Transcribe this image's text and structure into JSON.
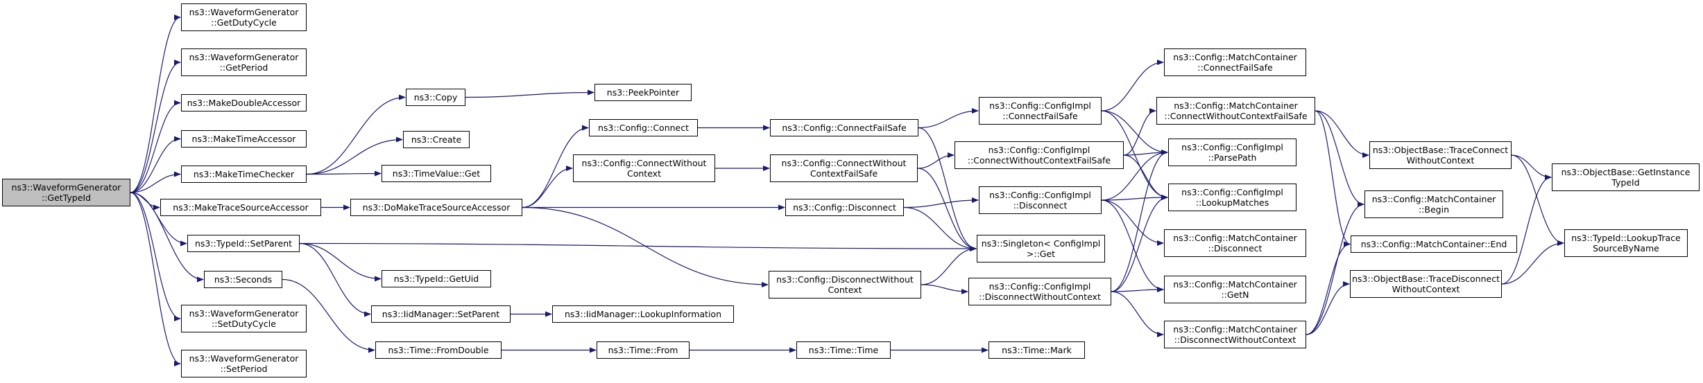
{
  "colors": {
    "edge": "#191970",
    "node_border": "#000000",
    "root_fill": "#bfbfbf",
    "node_fill": "#ffffff"
  },
  "nodes": {
    "getTypeId": "ns3::WaveformGenerator\n::GetTypeId",
    "getDutyCycle": "ns3::WaveformGenerator\n::GetDutyCycle",
    "getPeriod": "ns3::WaveformGenerator\n::GetPeriod",
    "makeDoubleAccessor": "ns3::MakeDoubleAccessor",
    "makeTimeAccessor": "ns3::MakeTimeAccessor",
    "makeTimeChecker": "ns3::MakeTimeChecker",
    "makeTraceSourceAccessor": "ns3::MakeTraceSourceAccessor",
    "typeIdSetParent": "ns3::TypeId::SetParent",
    "seconds": "ns3::Seconds",
    "setDutyCycle": "ns3::WaveformGenerator\n::SetDutyCycle",
    "setPeriod": "ns3::WaveformGenerator\n::SetPeriod",
    "copy": "ns3::Copy",
    "peekPointer": "ns3::PeekPointer",
    "create": "ns3::Create",
    "timeValueGet": "ns3::TimeValue::Get",
    "doMakeTraceSourceAccessor": "ns3::DoMakeTraceSourceAccessor",
    "typeIdGetUid": "ns3::TypeId::GetUid",
    "iidSetParent": "ns3::IidManager::SetParent",
    "iidLookupInformation": "ns3::IidManager::LookupInformation",
    "timeFromDouble": "ns3::Time::FromDouble",
    "timeFrom": "ns3::Time::From",
    "timeTime": "ns3::Time::Time",
    "timeMark": "ns3::Time::Mark",
    "configConnect": "ns3::Config::Connect",
    "configConnectWithoutContext": "ns3::Config::ConnectWithout\nContext",
    "configDisconnect": "ns3::Config::Disconnect",
    "configDisconnectWithoutContext": "ns3::Config::DisconnectWithout\nContext",
    "configConnectFailSafe": "ns3::Config::ConnectFailSafe",
    "configConnectWithoutContextFailSafe": "ns3::Config::ConnectWithout\nContextFailSafe",
    "singletonGet": "ns3::Singleton< ConfigImpl\n >::Get",
    "implConnectFailSafe": "ns3::Config::ConfigImpl\n::ConnectFailSafe",
    "implConnectWithoutContextFailSafe": "ns3::Config::ConfigImpl\n::ConnectWithoutContextFailSafe",
    "implDisconnect": "ns3::Config::ConfigImpl\n::Disconnect",
    "implDisconnectWithoutContext": "ns3::Config::ConfigImpl\n::DisconnectWithoutContext",
    "mcConnectFailSafe": "ns3::Config::MatchContainer\n::ConnectFailSafe",
    "mcConnectWithoutContextFailSafe": "ns3::Config::MatchContainer\n::ConnectWithoutContextFailSafe",
    "implParsePath": "ns3::Config::ConfigImpl\n::ParsePath",
    "implLookupMatches": "ns3::Config::ConfigImpl\n::LookupMatches",
    "mcDisconnect": "ns3::Config::MatchContainer\n::Disconnect",
    "mcGetN": "ns3::Config::MatchContainer\n::GetN",
    "mcDisconnectWithoutContext": "ns3::Config::MatchContainer\n::DisconnectWithoutContext",
    "mcBegin": "ns3::Config::MatchContainer\n::Begin",
    "mcEnd": "ns3::Config::MatchContainer::End",
    "obTraceConnectWithoutContext": "ns3::ObjectBase::TraceConnect\nWithoutContext",
    "obTraceDisconnectWithoutContext": "ns3::ObjectBase::TraceDisconnect\nWithoutContext",
    "obGetInstanceTypeId": "ns3::ObjectBase::GetInstance\nTypeId",
    "typeIdLookupTraceSourceByName": "ns3::TypeId::LookupTrace\nSourceByName"
  },
  "edges": [
    [
      "getTypeId",
      "getDutyCycle"
    ],
    [
      "getTypeId",
      "getPeriod"
    ],
    [
      "getTypeId",
      "makeDoubleAccessor"
    ],
    [
      "getTypeId",
      "makeTimeAccessor"
    ],
    [
      "getTypeId",
      "makeTimeChecker"
    ],
    [
      "getTypeId",
      "makeTraceSourceAccessor"
    ],
    [
      "getTypeId",
      "typeIdSetParent"
    ],
    [
      "getTypeId",
      "seconds"
    ],
    [
      "getTypeId",
      "setDutyCycle"
    ],
    [
      "getTypeId",
      "setPeriod"
    ],
    [
      "makeTimeChecker",
      "copy"
    ],
    [
      "makeTimeChecker",
      "create"
    ],
    [
      "makeTimeChecker",
      "timeValueGet"
    ],
    [
      "copy",
      "peekPointer"
    ],
    [
      "makeTraceSourceAccessor",
      "doMakeTraceSourceAccessor"
    ],
    [
      "typeIdSetParent",
      "singletonGet"
    ],
    [
      "typeIdSetParent",
      "typeIdGetUid"
    ],
    [
      "typeIdSetParent",
      "iidSetParent"
    ],
    [
      "iidSetParent",
      "iidLookupInformation"
    ],
    [
      "seconds",
      "timeFromDouble"
    ],
    [
      "timeFromDouble",
      "timeFrom"
    ],
    [
      "timeFrom",
      "timeTime"
    ],
    [
      "timeTime",
      "timeMark"
    ],
    [
      "doMakeTraceSourceAccessor",
      "configConnect"
    ],
    [
      "doMakeTraceSourceAccessor",
      "configConnectWithoutContext"
    ],
    [
      "doMakeTraceSourceAccessor",
      "configDisconnect"
    ],
    [
      "doMakeTraceSourceAccessor",
      "configDisconnectWithoutContext"
    ],
    [
      "configConnect",
      "configConnectFailSafe"
    ],
    [
      "configConnectWithoutContext",
      "configConnectWithoutContextFailSafe"
    ],
    [
      "configConnectFailSafe",
      "implConnectFailSafe"
    ],
    [
      "configConnectFailSafe",
      "singletonGet"
    ],
    [
      "configConnectWithoutContextFailSafe",
      "implConnectWithoutContextFailSafe"
    ],
    [
      "configConnectWithoutContextFailSafe",
      "singletonGet"
    ],
    [
      "configDisconnect",
      "implDisconnect"
    ],
    [
      "configDisconnect",
      "singletonGet"
    ],
    [
      "configDisconnectWithoutContext",
      "implDisconnectWithoutContext"
    ],
    [
      "configDisconnectWithoutContext",
      "singletonGet"
    ],
    [
      "implConnectFailSafe",
      "mcConnectFailSafe"
    ],
    [
      "implConnectFailSafe",
      "implParsePath"
    ],
    [
      "implConnectFailSafe",
      "implLookupMatches"
    ],
    [
      "implConnectWithoutContextFailSafe",
      "mcConnectWithoutContextFailSafe"
    ],
    [
      "implConnectWithoutContextFailSafe",
      "implParsePath"
    ],
    [
      "implConnectWithoutContextFailSafe",
      "implLookupMatches"
    ],
    [
      "implDisconnect",
      "implParsePath"
    ],
    [
      "implDisconnect",
      "implLookupMatches"
    ],
    [
      "implDisconnect",
      "mcDisconnect"
    ],
    [
      "implDisconnect",
      "mcGetN"
    ],
    [
      "implDisconnectWithoutContext",
      "implParsePath"
    ],
    [
      "implDisconnectWithoutContext",
      "implLookupMatches"
    ],
    [
      "implDisconnectWithoutContext",
      "mcGetN"
    ],
    [
      "implDisconnectWithoutContext",
      "mcDisconnectWithoutContext"
    ],
    [
      "mcConnectWithoutContextFailSafe",
      "obTraceConnectWithoutContext"
    ],
    [
      "mcConnectWithoutContextFailSafe",
      "mcBegin"
    ],
    [
      "mcConnectWithoutContextFailSafe",
      "mcEnd"
    ],
    [
      "mcDisconnectWithoutContext",
      "mcBegin"
    ],
    [
      "mcDisconnectWithoutContext",
      "mcEnd"
    ],
    [
      "mcDisconnectWithoutContext",
      "obTraceDisconnectWithoutContext"
    ],
    [
      "obTraceConnectWithoutContext",
      "obGetInstanceTypeId"
    ],
    [
      "obTraceConnectWithoutContext",
      "typeIdLookupTraceSourceByName"
    ],
    [
      "obTraceDisconnectWithoutContext",
      "obGetInstanceTypeId"
    ],
    [
      "obTraceDisconnectWithoutContext",
      "typeIdLookupTraceSourceByName"
    ]
  ]
}
